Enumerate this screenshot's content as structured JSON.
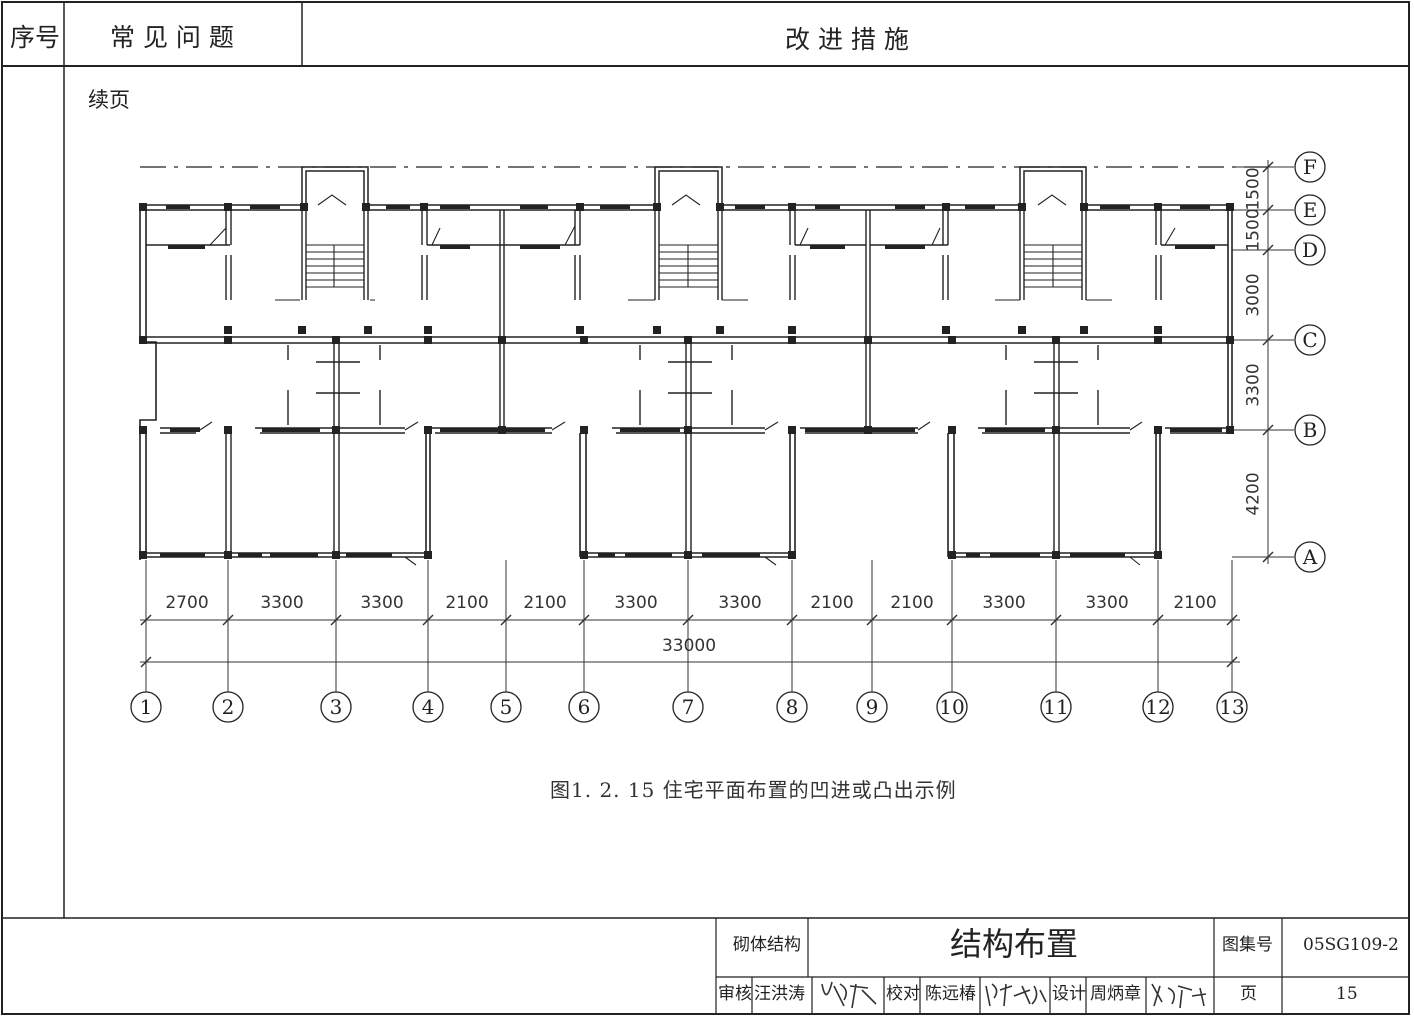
{
  "header": {
    "col_no": "序号",
    "col_problem": "常 见 问 题",
    "col_measure": "改 进 措 施"
  },
  "continued": "续页",
  "figure": {
    "caption": "图1. 2. 15  住宅平面布置的凹进或凸出示例",
    "grid_x_labels": [
      "1",
      "2",
      "3",
      "4",
      "5",
      "6",
      "7",
      "8",
      "9",
      "10",
      "11",
      "12",
      "13"
    ],
    "grid_y_labels": [
      "F",
      "E",
      "D",
      "C",
      "B",
      "A"
    ],
    "bay_dimensions": [
      "2700",
      "3300",
      "3300",
      "2100",
      "2100",
      "3300",
      "3300",
      "2100",
      "2100",
      "3300",
      "3300",
      "2100"
    ],
    "total_dimension": "33000",
    "depth_dimensions": [
      "1500",
      "1500",
      "3000",
      "3300",
      "4200"
    ]
  },
  "title_block": {
    "category": "砌体结构",
    "title": "结构布置",
    "atlas_label": "图集号",
    "atlas_no": "05SG109-2",
    "review_label": "审核",
    "reviewer": "汪洪涛",
    "check_label": "校对",
    "checker": "陈远椿",
    "design_label": "设计",
    "designer": "周炳章",
    "page_label": "页",
    "page_no": "15"
  }
}
